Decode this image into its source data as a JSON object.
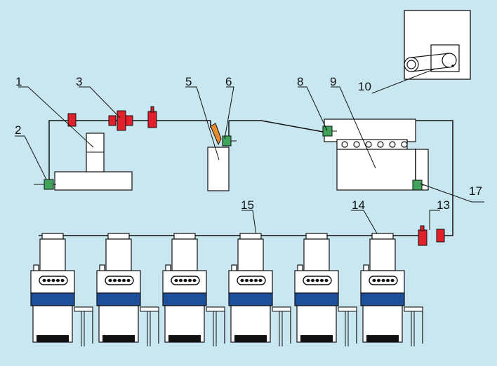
{
  "diagram": {
    "labels": {
      "l1": "1",
      "l2": "2",
      "l3": "3",
      "l5": "5",
      "l6": "6",
      "l8": "8",
      "l9": "9",
      "l10": "10",
      "l13": "13",
      "l14": "14",
      "l15": "15",
      "l17": "17"
    },
    "colors": {
      "background": "#c8e7f0",
      "line": "#111111",
      "valve_red": "#e0202a",
      "sensor_green": "#3fa35a",
      "machine_blue": "#1d4f9a",
      "orange": "#e88a2e"
    },
    "machine_count": 6
  }
}
